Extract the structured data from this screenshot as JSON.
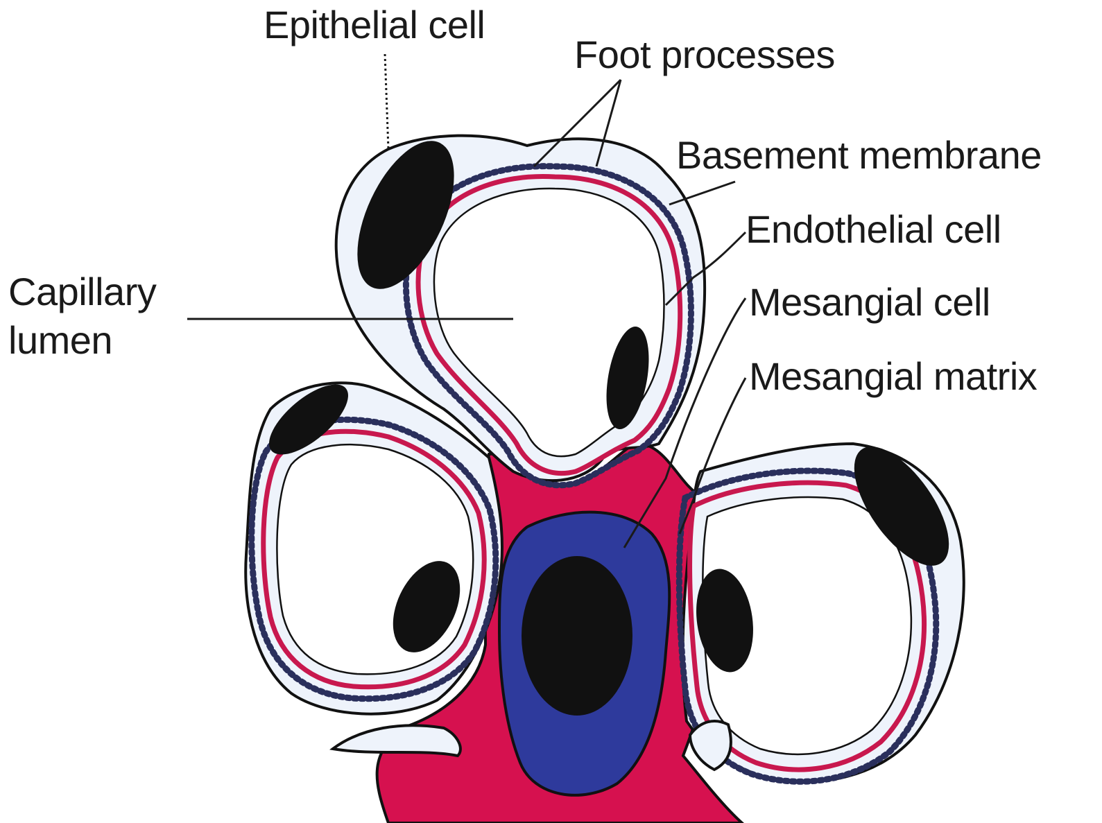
{
  "labels": {
    "epithelial_cell": "Epithelial cell",
    "foot_processes": "Foot processes",
    "basement_membrane": "Basement membrane",
    "endothelial_cell": "Endothelial cell",
    "mesangial_cell": "Mesangial cell",
    "mesangial_matrix": "Mesangial matrix",
    "capillary_lumen_line1": "Capillary",
    "capillary_lumen_line2": "lumen"
  },
  "colors": {
    "mesangial_matrix": "#d6114f",
    "mesangial_cell": "#2e3a9c",
    "nucleus": "#111111",
    "basement_membrane": "#c8184e",
    "epithelial_cytoplasm": "#eef3fb",
    "foot_process": "#2a2f5c",
    "background": "#ffffff"
  }
}
